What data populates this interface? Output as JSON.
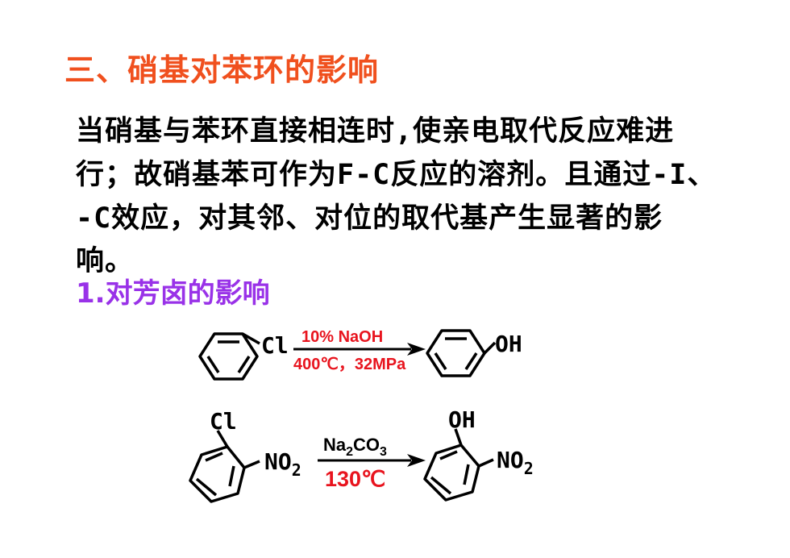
{
  "slide": {
    "title": "三、硝基对苯环的影响",
    "paragraph_lines": [
      "当硝基与苯环直接相连时,使亲电取代反应难进",
      "行；故硝基苯可作为F-C反应的溶剂。且通过-I、",
      "-C效应，对其邻、对位的取代基产生显著的影",
      "响。"
    ],
    "subtitle": "1.对芳卤的影响"
  },
  "reactions": {
    "r1": {
      "reactant_substituent": "Cl",
      "condition_top": "10% NaOH",
      "condition_bottom": "400℃，32MPa",
      "product_substituent": "OH"
    },
    "r2": {
      "reactant_top": "Cl",
      "reactant_side": "NO",
      "reactant_side_sub": "2",
      "reagent_a": "Na",
      "reagent_a_sub": "2",
      "reagent_b": "CO",
      "reagent_b_sub": "3",
      "condition_bottom": "130℃",
      "product_top": "OH",
      "product_side": "NO",
      "product_side_sub": "2"
    }
  },
  "colors": {
    "title": "#f0501e",
    "subtitle": "#9932e8",
    "condition": "#e8141e",
    "text": "#000000"
  }
}
